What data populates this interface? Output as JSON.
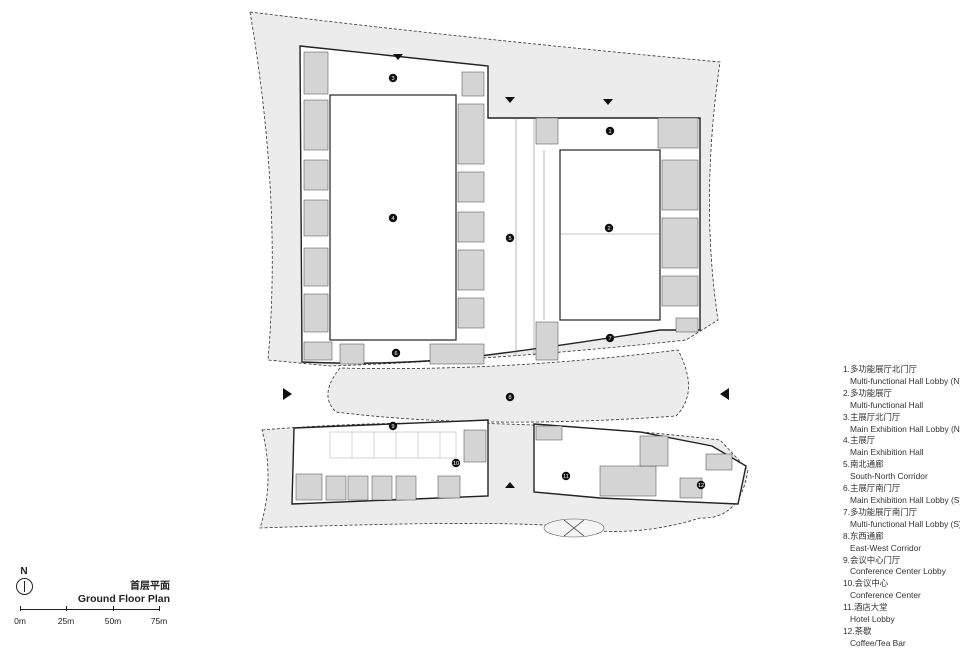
{
  "room_labels": [
    "1",
    "2",
    "3",
    "4",
    "5",
    "6",
    "7",
    "8",
    "9",
    "10",
    "11",
    "12"
  ],
  "legend": [
    {
      "cn": "1.多功能展厅北门厅",
      "en": "Multi-functional Hall Lobby (N)"
    },
    {
      "cn": "2.多功能展厅",
      "en": "Multi-functional Hall"
    },
    {
      "cn": "3.主展厅北门厅",
      "en": "Main Exhibition Hall Lobby (N)"
    },
    {
      "cn": "4.主展厅",
      "en": "Main Exhibition Hall"
    },
    {
      "cn": "5.南北通廊",
      "en": "South-North Corridor"
    },
    {
      "cn": "6.主展厅南门厅",
      "en": "Main Exhibition Hall Lobby (S)"
    },
    {
      "cn": "7.多功能展厅南门厅",
      "en": "Multi-functional Hall Lobby (S)"
    },
    {
      "cn": "8.东西通廊",
      "en": "East-West Corridor"
    },
    {
      "cn": "9.会议中心门厅",
      "en": "Conference Center Lobby"
    },
    {
      "cn": "10.会议中心",
      "en": "Conference Center"
    },
    {
      "cn": "11.酒店大堂",
      "en": "Hotel Lobby"
    },
    {
      "cn": "12.茶歇",
      "en": "Coffee/Tea Bar"
    }
  ],
  "north_label": "N",
  "title_cn": "首层平面",
  "title_en": "Ground Floor Plan",
  "scale_labels": [
    "0m",
    "25m",
    "50m",
    "75m"
  ],
  "colors": {
    "canopy": "#ececec",
    "room": "#d4d4d4",
    "line": "#333333",
    "hall": "#ffffff"
  }
}
